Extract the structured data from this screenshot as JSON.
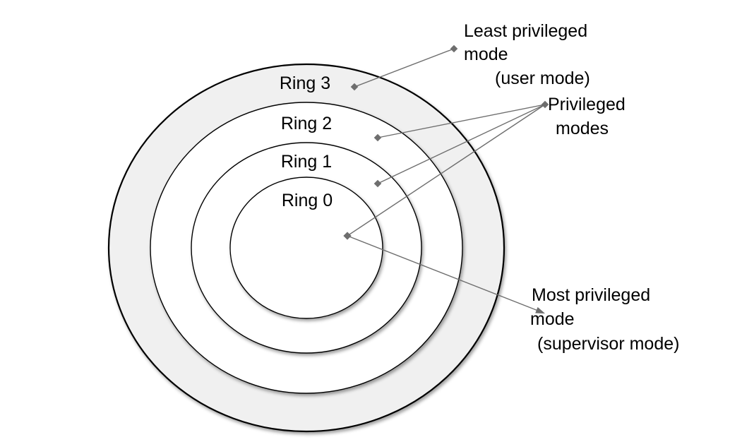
{
  "diagram": {
    "type": "concentric-rings",
    "rings": [
      {
        "label": "Ring 3",
        "band_fill": "#f0f0f0"
      },
      {
        "label": "Ring 2",
        "band_fill": "#ffffff"
      },
      {
        "label": "Ring 1",
        "band_fill": "#ffffff"
      },
      {
        "label": "Ring 0",
        "band_fill": "#ffffff"
      }
    ],
    "annotations": {
      "least_privileged": {
        "line1": "Least privileged",
        "line2": "mode",
        "line3": "(user mode)",
        "points_to": "Ring 3"
      },
      "privileged": {
        "line1": "Privileged",
        "line2": "modes",
        "points_to": "Ring 2, Ring 1, Ring 0"
      },
      "most_privileged": {
        "line1": "Most privileged",
        "line2": "mode",
        "line3": "(supervisor mode)",
        "points_to": "Ring 0"
      }
    },
    "colors": {
      "background": "#ffffff",
      "outer_band_fill": "#f0f0f0",
      "inner_fill": "#ffffff",
      "circle_stroke": "#000000",
      "connector": "#6e6e6e",
      "text": "#000000"
    }
  }
}
